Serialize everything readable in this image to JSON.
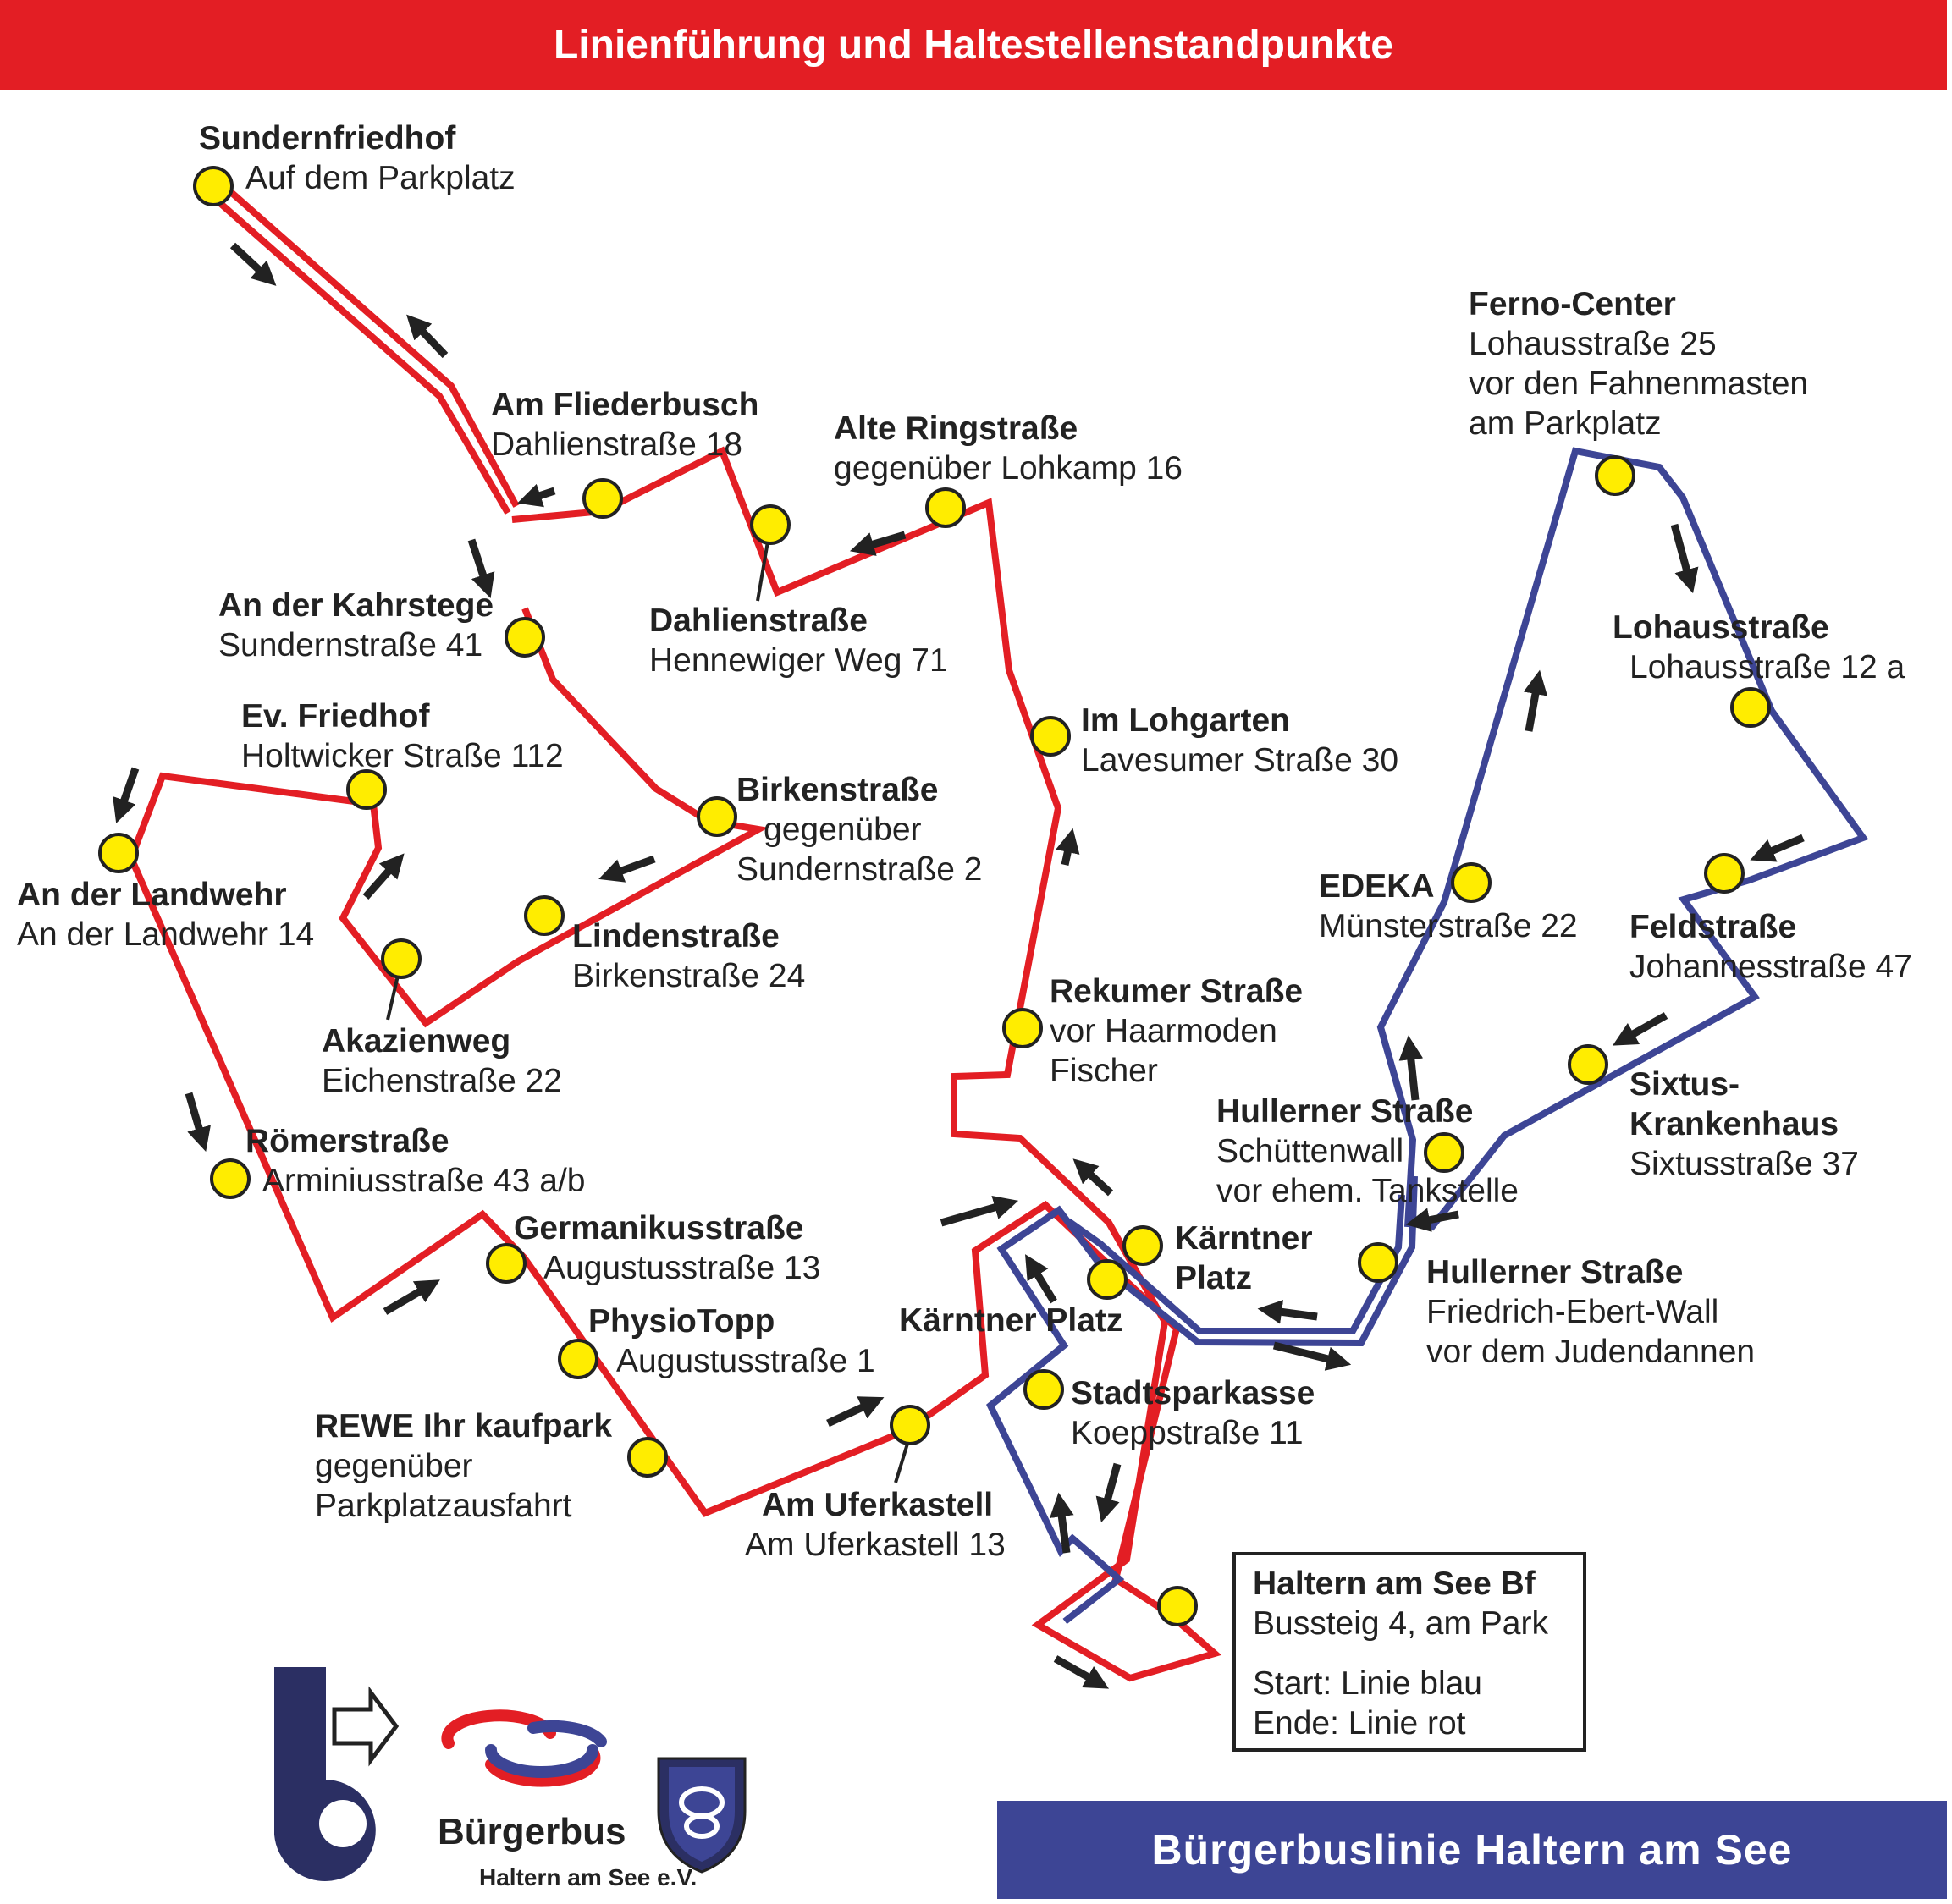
{
  "header": {
    "title": "Linienführung und Haltestellenstandpunkte"
  },
  "footer": {
    "title": "Bürgerbuslinie Haltern am See"
  },
  "colors": {
    "red_line": "#e31e24",
    "blue_line": "#3d4595",
    "stop_fill": "#ffed00",
    "arrow": "#222222"
  },
  "legend": {
    "title": "Haltern am See Bf",
    "subtitle": "Bussteig 4, am Park",
    "start": "Start: Linie blau",
    "end": "Ende: Linie rot"
  },
  "logo": {
    "name": "Bürgerbus",
    "org": "Haltern am See e.V.",
    "icons": [
      "b-arrow-logo-icon",
      "buergerbus-swirl-icon",
      "haltern-coat-of-arms-icon"
    ]
  },
  "stops": [
    {
      "id": "sundernfriedhof",
      "name": "Sundernfriedhof",
      "lines": [
        "Auf dem Parkplatz"
      ]
    },
    {
      "id": "am-fliederbusch",
      "name": "Am Fliederbusch",
      "lines": [
        "Dahlienstraße 18"
      ]
    },
    {
      "id": "alte-ringstrasse",
      "name": "Alte Ringstraße",
      "lines": [
        "gegenüber Lohkamp 16"
      ]
    },
    {
      "id": "dahlienstrasse",
      "name": "Dahlienstraße",
      "lines": [
        "Hennewiger Weg 71"
      ]
    },
    {
      "id": "an-der-kahrstege",
      "name": "An der Kahrstege",
      "lines": [
        "Sundernstraße 41"
      ]
    },
    {
      "id": "ev-friedhof",
      "name": "Ev. Friedhof",
      "lines": [
        "Holtwicker Straße 112"
      ]
    },
    {
      "id": "birkenstrasse",
      "name": "Birkenstraße",
      "lines": [
        "gegenüber",
        "Sundernstraße 2"
      ]
    },
    {
      "id": "im-lohgarten",
      "name": "Im Lohgarten",
      "lines": [
        "Lavesumer Straße 30"
      ]
    },
    {
      "id": "an-der-landwehr",
      "name": "An der Landwehr",
      "lines": [
        "An der Landwehr 14"
      ]
    },
    {
      "id": "lindenstrasse",
      "name": "Lindenstraße",
      "lines": [
        "Birkenstraße 24"
      ]
    },
    {
      "id": "akazienweg",
      "name": "Akazienweg",
      "lines": [
        "Eichenstraße 22"
      ]
    },
    {
      "id": "rekumer-strasse",
      "name": "Rekumer Straße",
      "lines": [
        "vor Haarmoden",
        "Fischer"
      ]
    },
    {
      "id": "roemerstrasse",
      "name": "Römerstraße",
      "lines": [
        "Arminiusstraße 43 a/b"
      ]
    },
    {
      "id": "germanikusstrasse",
      "name": "Germanikusstraße",
      "lines": [
        "Augustusstraße 13"
      ]
    },
    {
      "id": "physiotopp",
      "name": "PhysioTopp",
      "lines": [
        "Augustusstraße 1"
      ]
    },
    {
      "id": "rewe",
      "name": "REWE Ihr kaufpark",
      "lines": [
        "gegenüber",
        "Parkplatzausfahrt"
      ]
    },
    {
      "id": "am-uferkastell",
      "name": "Am Uferkastell",
      "lines": [
        "Am Uferkastell 13"
      ]
    },
    {
      "id": "kaerntner-platz-west",
      "name": "Kärntner Platz",
      "lines": []
    },
    {
      "id": "kaerntner-platz-east",
      "name": "Kärntner",
      "lines": [
        "Platz"
      ]
    },
    {
      "id": "stadtsparkasse",
      "name": "Stadtsparkasse",
      "lines": [
        "Koeppstraße 11"
      ]
    },
    {
      "id": "ferno-center",
      "name": "Ferno-Center",
      "lines": [
        "Lohausstraße 25",
        "vor den Fahnenmasten",
        "am Parkplatz"
      ]
    },
    {
      "id": "lohausstrasse",
      "name": "Lohausstraße",
      "lines": [
        "Lohausstraße 12 a"
      ]
    },
    {
      "id": "edeka",
      "name": "EDEKA",
      "lines": [
        "Münsterstraße 22"
      ]
    },
    {
      "id": "feldstrasse",
      "name": "Feldstraße",
      "lines": [
        "Johannesstraße 47"
      ]
    },
    {
      "id": "sixtus",
      "name": "Sixtus-",
      "lines": [
        "Krankenhaus",
        "Sixtusstraße 37"
      ]
    },
    {
      "id": "hullerner-schuettenwall",
      "name": "Hullerner Straße",
      "lines": [
        "Schüttenwall",
        "vor ehem. Tankstelle"
      ]
    },
    {
      "id": "hullerner-ebert",
      "name": "Hullerner Straße",
      "lines": [
        "Friedrich-Ebert-Wall",
        "vor dem Judendannen"
      ]
    }
  ]
}
